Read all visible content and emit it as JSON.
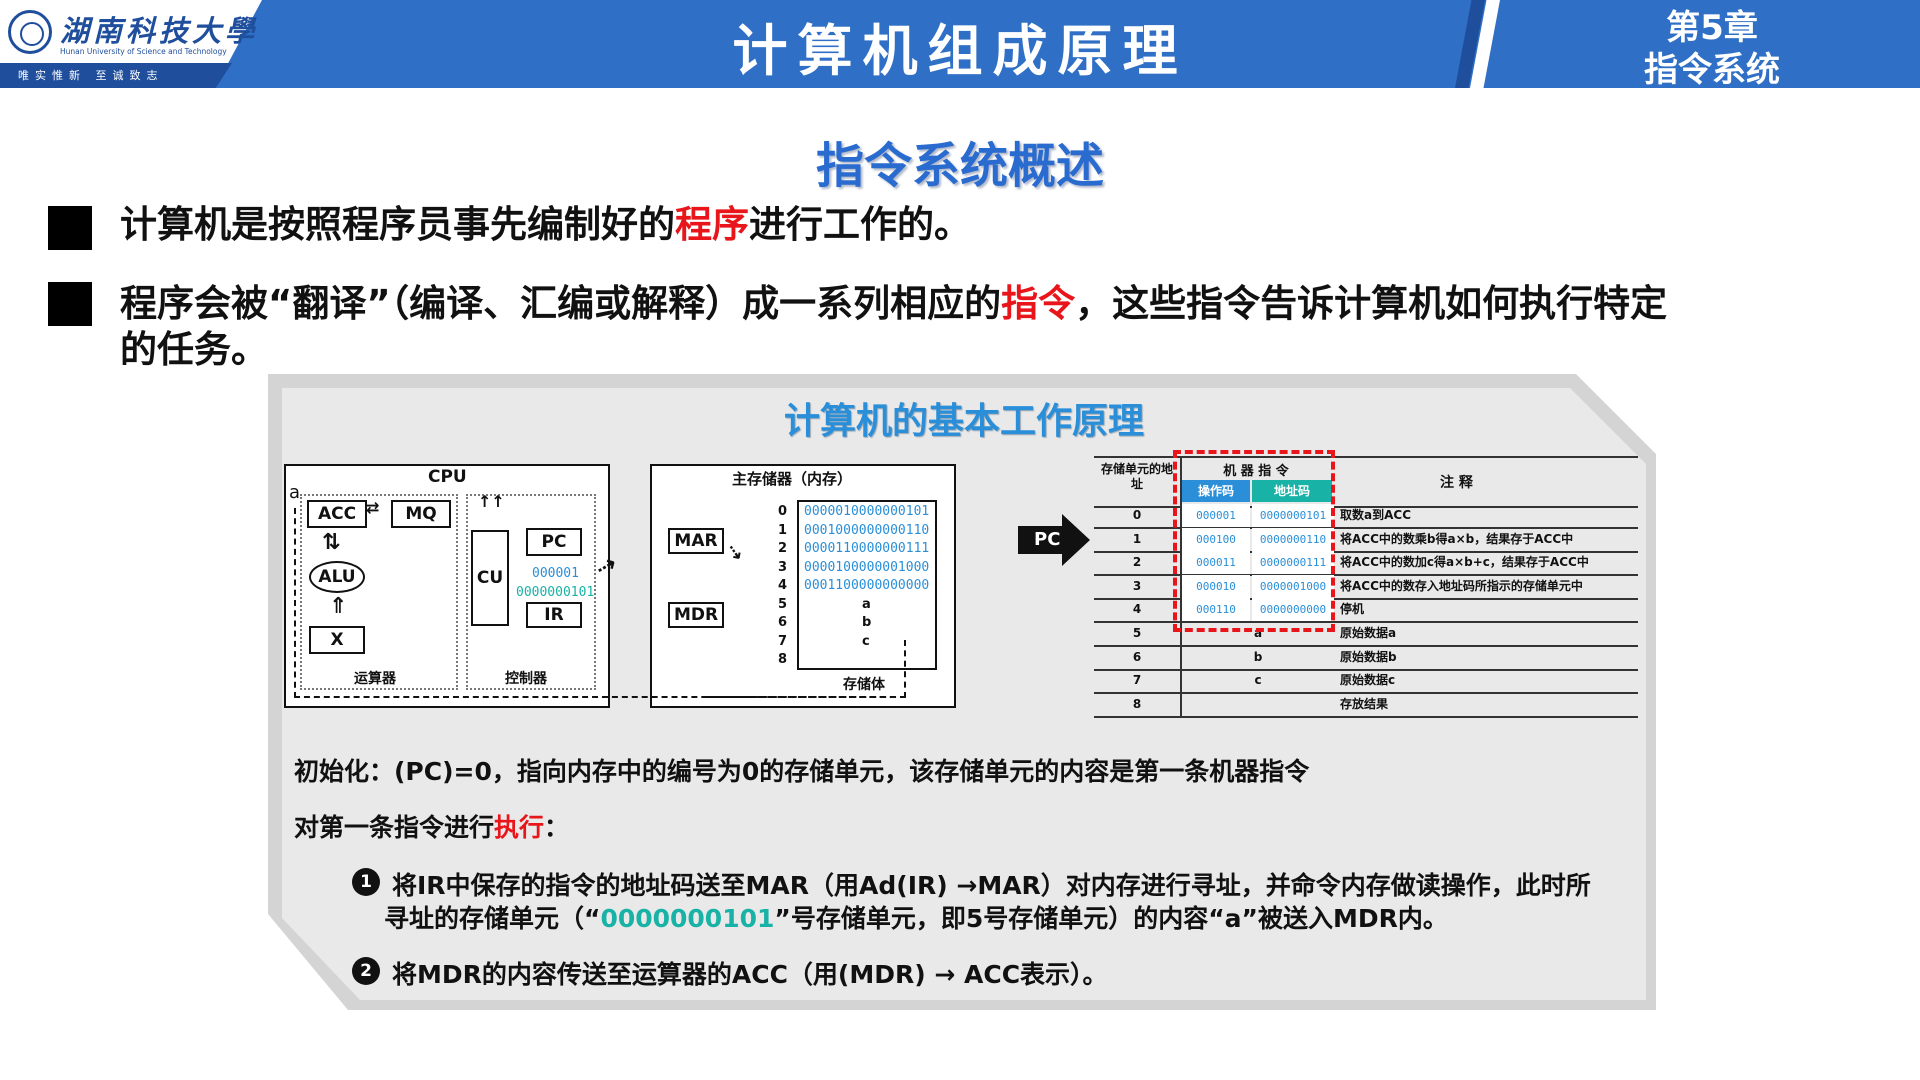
{
  "header": {
    "university_name": "湖南科技大學",
    "university_en": "Hunan University of Science and Technology",
    "motto": "唯实惟新  至诚致志",
    "course_title": "计算机组成原理",
    "chapter_line1": "第5章",
    "chapter_line2": "指令系统"
  },
  "section_title": "指令系统概述",
  "bullets": [
    {
      "pre": "计算机是按照程序员事先编制好的",
      "highlight": "程序",
      "post": "进行工作的。"
    },
    {
      "pre": "程序会被“翻译”（编译、汇编或解释）成一系列相应的",
      "highlight": "指令",
      "post": "，这些指令告诉计算机如何执行特定",
      "line2": "的任务。"
    }
  ],
  "panel": {
    "title": "计算机的基本工作原理",
    "cpu": {
      "title": "CPU",
      "acc": "ACC",
      "mq": "MQ",
      "alu": "ALU",
      "x": "X",
      "cu": "CU",
      "pc": "PC",
      "ir": "IR",
      "pc_value": "000001",
      "ir_value": "0000000101",
      "alu_group": "运算器",
      "ctrl_group": "控制器",
      "input_a": "a"
    },
    "memory": {
      "title": "主存储器（内存）",
      "mar": "MAR",
      "mdr": "MDR",
      "body_label": "存储体",
      "addresses": [
        "0",
        "1",
        "2",
        "3",
        "4",
        "5",
        "6",
        "7",
        "8"
      ],
      "contents": [
        "0000010000000101",
        "0001000000000110",
        "0000110000000111",
        "0000100000001000",
        "0001100000000000",
        "a",
        "b",
        "c",
        ""
      ]
    },
    "pc_arrow": "PC",
    "table": {
      "h_addr": "存储单元的地址",
      "h_instr": "机 器 指 令",
      "h_op": "操作码",
      "h_ad": "地址码",
      "h_note": "注 释",
      "rows": [
        {
          "addr": "0",
          "op": "000001",
          "ad": "0000000101",
          "note": "取数a到ACC"
        },
        {
          "addr": "1",
          "op": "000100",
          "ad": "0000000110",
          "note": "将ACC中的数乘b得a×b，结果存于ACC中"
        },
        {
          "addr": "2",
          "op": "000011",
          "ad": "0000000111",
          "note": "将ACC中的数加c得a×b+c，结果存于ACC中"
        },
        {
          "addr": "3",
          "op": "000010",
          "ad": "0000001000",
          "note": "将ACC中的数存入地址码所指示的存储单元中"
        },
        {
          "addr": "4",
          "op": "000110",
          "ad": "0000000000",
          "note": "停机"
        },
        {
          "addr": "5",
          "data": "a",
          "note": "原始数据a"
        },
        {
          "addr": "6",
          "data": "b",
          "note": "原始数据b"
        },
        {
          "addr": "7",
          "data": "c",
          "note": "原始数据c"
        },
        {
          "addr": "8",
          "data": "",
          "note": "存放结果"
        }
      ]
    },
    "init_line": "初始化：(PC)=0，指向内存中的编号为0的存储单元，该存储单元的内容是第一条机器指令",
    "exec_pre": "对第一条指令进行",
    "exec_highlight": "执行",
    "exec_post": "：",
    "step1_num": "1",
    "step1_line1": "将IR中保存的指令的地址码送至MAR（用Ad(IR) →MAR）对内存进行寻址，并命令内存做读操作，此时所",
    "step1_line2_pre": "寻址的存储单元（“",
    "step1_line2_code": "0000000101",
    "step1_line2_post": "”号存储单元，即5号存储单元）的内容“a”被送入MDR内。",
    "step2_num": "2",
    "step2_line": "将MDR的内容传送至运算器的ACC（用(MDR) → ACC表示）。"
  },
  "colors": {
    "header_blue": "#2f6fc6",
    "title_blue": "#2a6bd0",
    "highlight_red": "#e8161b",
    "teal": "#18b3a6"
  }
}
